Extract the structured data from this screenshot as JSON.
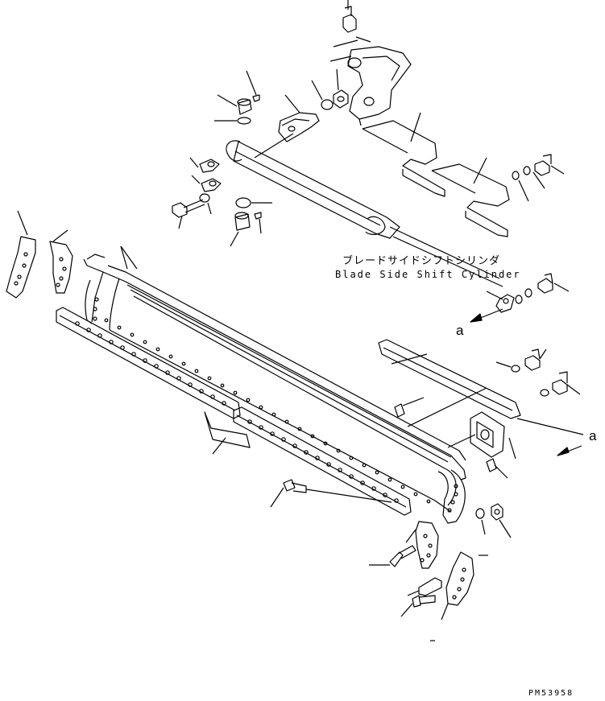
{
  "diagram": {
    "component_label_jp": "ブレードサイドシフトシリンダ",
    "component_label_en": "Blade Side Shift Cylinder",
    "view_reference_upper": "a",
    "view_reference_lower": "a",
    "drawing_code": "PM53958"
  }
}
